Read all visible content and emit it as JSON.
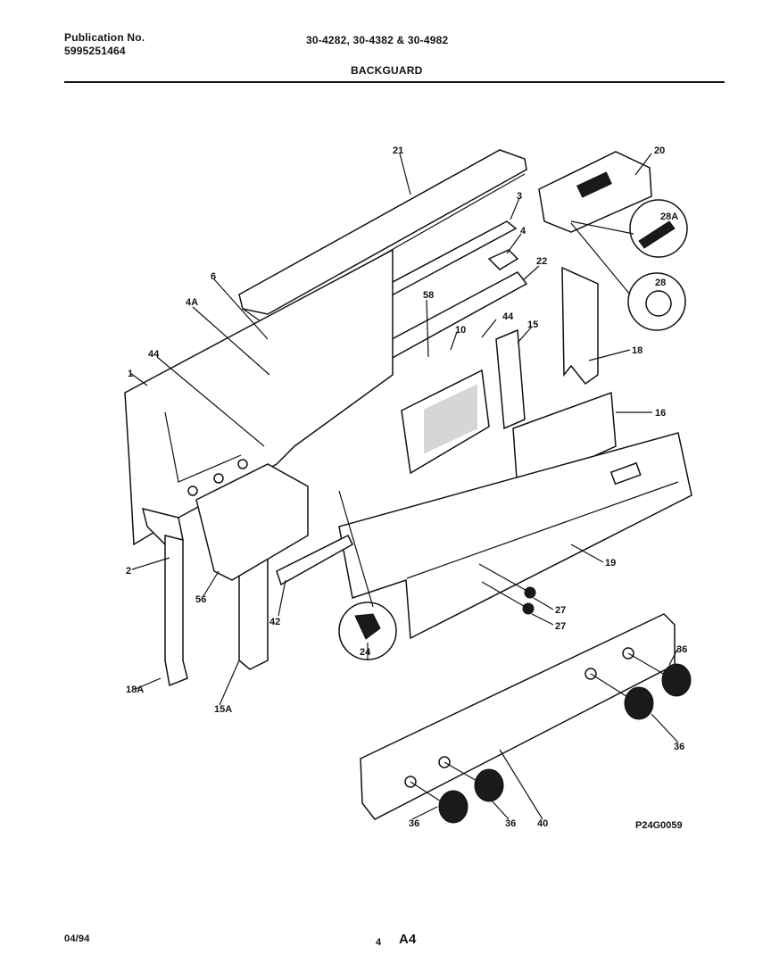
{
  "header": {
    "publication_label": "Publication No.",
    "publication_number": "5995251464",
    "models": "30-4282, 30-4382 & 30-4982",
    "section_title": "BACKGUARD"
  },
  "footer": {
    "date": "04/94",
    "page_number": "4",
    "page_code": "A4"
  },
  "diagram_code": "P24G0059",
  "callouts": {
    "c21": "21",
    "c20": "20",
    "c3": "3",
    "c4": "4",
    "c28A": "28A",
    "c28": "28",
    "c22": "22",
    "c6": "6",
    "c4A": "4A",
    "c58": "58",
    "c44a": "44",
    "c15": "15",
    "c10": "10",
    "c18": "18",
    "c16": "16",
    "c44b": "44",
    "c1": "1",
    "c2": "2",
    "c56": "56",
    "c42": "42",
    "c19": "19",
    "c27a": "27",
    "c27b": "27",
    "c24": "24",
    "c36a": "36",
    "c36b": "36",
    "c36c": "36",
    "c36d": "36",
    "c40": "40",
    "c18A": "18A",
    "c15A": "15A"
  }
}
